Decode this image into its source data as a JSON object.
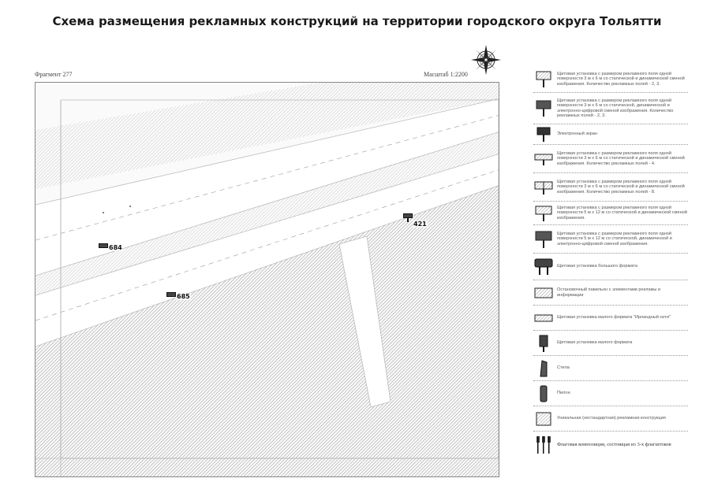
{
  "header": {
    "title": "Схема размещения рекламных конструкций на территории городского округа Тольятти"
  },
  "map": {
    "fragment_label": "Фрагмент 277",
    "scale_label": "Масштаб 1:2200",
    "markers": [
      {
        "id": "421",
        "label": "421"
      },
      {
        "id": "684",
        "label": "684"
      },
      {
        "id": "685",
        "label": "685"
      }
    ]
  },
  "legend": {
    "items": [
      {
        "icon": "billboard-icon",
        "text": "Щитовая установка с размером рекламного поля одной поверхности 3 м х 6 м со статической и динамической сменой изображения. Количество рекламных полей - 2, 3."
      },
      {
        "icon": "billboard-icon",
        "text": "Щитовая установка с размером рекламного поля одной поверхности 3 м х 6 м со статической, динамической и электронно-цифровой сменой изображения. Количество рекламных полей - 2, 3."
      },
      {
        "icon": "electronic-screen-icon",
        "text": "Электронный экран"
      },
      {
        "icon": "double-billboard-icon",
        "text": "Щитовая установка с размером рекламного поля одной поверхности 3 м х 6 м со статической и динамической сменой изображения. Количество рекламных полей - 4."
      },
      {
        "icon": "quad-billboard-icon",
        "text": "Щитовая установка с размером рекламного поля одной поверхности 3 м х 6 м со статической и динамической сменой изображения. Количество рекламных полей - 8."
      },
      {
        "icon": "large-billboard-icon",
        "text": "Щитовая установка с размером рекламного поля одной поверхности 5 м х 12 м со статической и динамической сменой изображения."
      },
      {
        "icon": "large-billboard-icon",
        "text": "Щитовая установка с размером рекламного поля одной поверхности 5 м х 12 м со статической, динамической и электронно-цифровой сменой изображения."
      },
      {
        "icon": "big-format-icon",
        "text": "Щитовая установка большого формата"
      },
      {
        "icon": "pavilion-icon",
        "text": "Остановочный павильон с элементами рекламы и информации"
      },
      {
        "icon": "fence-banner-icon",
        "text": "Щитовая установка малого формата \"Ирландный сити\""
      },
      {
        "icon": "small-format-icon",
        "text": "Щитовая установка малого формата"
      },
      {
        "icon": "stela-icon",
        "text": "Стела"
      },
      {
        "icon": "pylon-icon",
        "text": "Пилон"
      },
      {
        "icon": "unique-structure-icon",
        "text": "Уникальная (нестандартная) рекламная конструкция"
      },
      {
        "icon": "flag-composition-icon",
        "text": "Флаговая композиция, состоящая из 3-х флагштоков",
        "serif": true
      }
    ]
  }
}
